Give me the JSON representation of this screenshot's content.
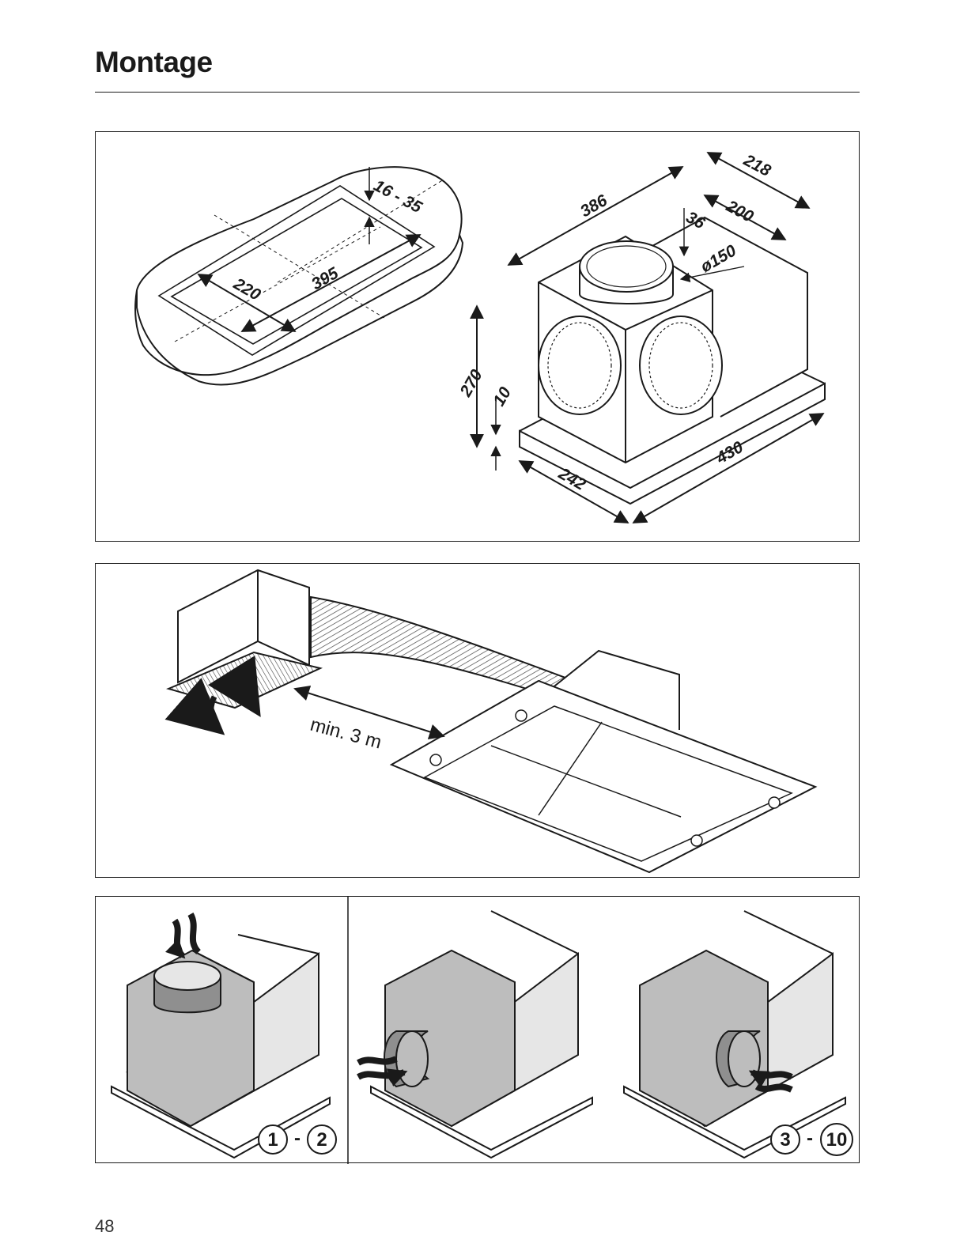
{
  "header": {
    "title": "Montage"
  },
  "figure_top": {
    "cutout": {
      "width": "395",
      "depth": "220",
      "panel_thickness": "16 - 35"
    },
    "unit": {
      "length_top": "386",
      "depth_outer": "218",
      "depth_inner": "200",
      "collar_height": "36",
      "collar_diameter": "ø150",
      "height": "270",
      "flange": "10",
      "base_depth": "242",
      "base_length": "430"
    }
  },
  "figure_middle": {
    "min_distance": "min. 3 m"
  },
  "figure_bottom": {
    "left_steps": {
      "from": "1",
      "sep": "-",
      "to": "2"
    },
    "right_steps": {
      "from": "3",
      "sep": "-",
      "to": "10"
    }
  },
  "footer": {
    "page_number": "48"
  },
  "colors": {
    "ink": "#1a1a1a",
    "box_fill": "#e6e6e6",
    "cube_fill": "#bdbdbd",
    "collar_fill": "#8f8f8f"
  }
}
